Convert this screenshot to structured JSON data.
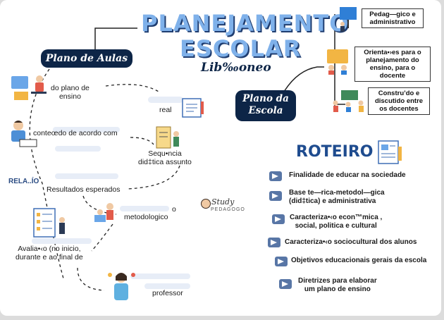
{
  "title": {
    "line1": "PLANEJAMENTO",
    "line2": "ESCOLAR",
    "sub": "Lib‰oneo"
  },
  "pills": {
    "aulas": "Plano de Aulas",
    "escola_l1": "Plano da",
    "escola_l2": "Escola"
  },
  "aulas_items": {
    "do_plano": [
      "do plano de",
      "ensino"
    ],
    "real": "real",
    "conteudo": "conteœdo de acordo com",
    "sequencia": [
      "Sequ•ncia",
      "did‡tica assunto"
    ],
    "relacao": "RELA..ÍO",
    "resultados": "Resultados esperados",
    "metodologico_o": "o",
    "metodologico": "metodologico",
    "avaliacao": [
      "Avalia•‹o (no inicio,",
      "durante e ao final de"
    ],
    "professor": "professor"
  },
  "escola_boxes": [
    [
      "Pedag—gico e",
      "administrativo"
    ],
    [
      "Orienta•›es para o",
      "planejamento do",
      "ensino, para o docente"
    ],
    [
      "Constru’do e",
      "discutido entre",
      "os docentes"
    ]
  ],
  "roteiro": {
    "title": "ROTEIRO",
    "items": [
      [
        "Finalidade de educar na sociedade"
      ],
      [
        "Base te—rica-metodol—gica",
        "(did‡tica) e administrativa"
      ],
      [
        "Caracteriza•‹o econ™mica ,",
        "social, politica e cultural"
      ],
      [
        "Caracteriza•‹o sociocultural dos alunos"
      ],
      [
        "Objetivos educacionais gerais da escola"
      ],
      [
        "Diretrizes para elaborar",
        "um plano de ensino"
      ]
    ]
  },
  "watermark": {
    "line1": "Study",
    "line2": "PEDAGOGO"
  },
  "colors": {
    "title": "#7fb1ea",
    "title_shadow": "#1f3d70",
    "pill": "#0d2547",
    "roteiro": "#1f4c8f",
    "arrow": "#5876a6",
    "highlight": "#e7edf7"
  },
  "icons": [
    "teacher-desk-icon",
    "document-pen-icon",
    "student-writing-icon",
    "clipboard-person-icon",
    "teacher-student-icon",
    "checklist-icon",
    "woman-ideas-icon",
    "presentation-board-icon",
    "meeting-icon",
    "classroom-icon",
    "newspaper-icon",
    "arrow-right-icon"
  ]
}
